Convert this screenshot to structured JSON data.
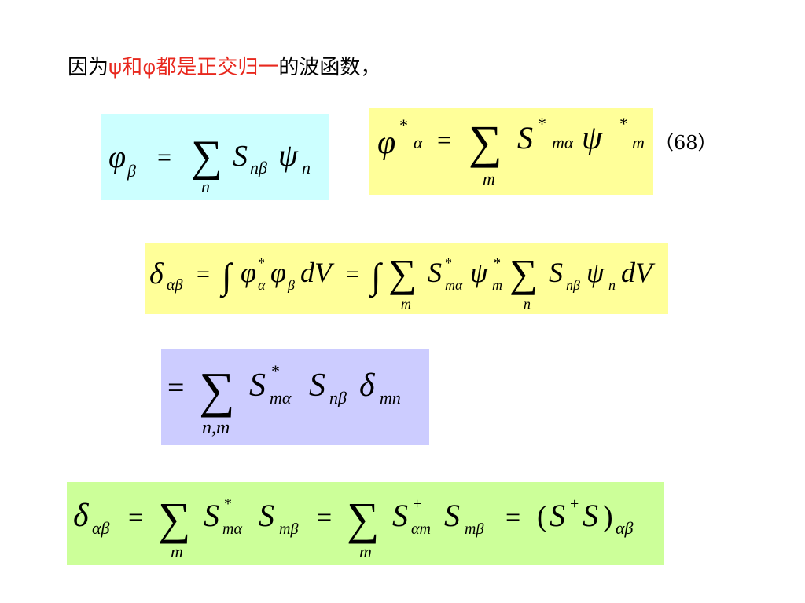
{
  "heading": {
    "part1": "因为",
    "psi": "ψ",
    "he": "和",
    "phi": "φ",
    "part2": "都是正交归一",
    "part3": "的波函数，"
  },
  "equation_number": "（68）",
  "colors": {
    "heading_highlight": "#e8281e",
    "box_cyan": "#ccffff",
    "box_yellow": "#ffff99",
    "box_lavender": "#ccccff",
    "box_green": "#ccff99"
  },
  "formulas": {
    "f1": "φ_β = Σ_n S_{nβ} ψ_n",
    "f2": "φ*_α = Σ_m S*_{mα} ψ*_m",
    "f3": "δ_{αβ} = ∫ φ*_α φ_β dV = ∫ Σ_m S*_{mα} ψ*_m Σ_n S_{nβ} ψ_n dV",
    "f4": "= Σ_{n,m} S*_{mα} S_{nβ} δ_{mn}",
    "f5": "δ_{αβ} = Σ_m S*_{mα} S_{mβ} = Σ_m S⁺_{αm} S_{mβ} = (S⁺S)_{αβ}"
  }
}
